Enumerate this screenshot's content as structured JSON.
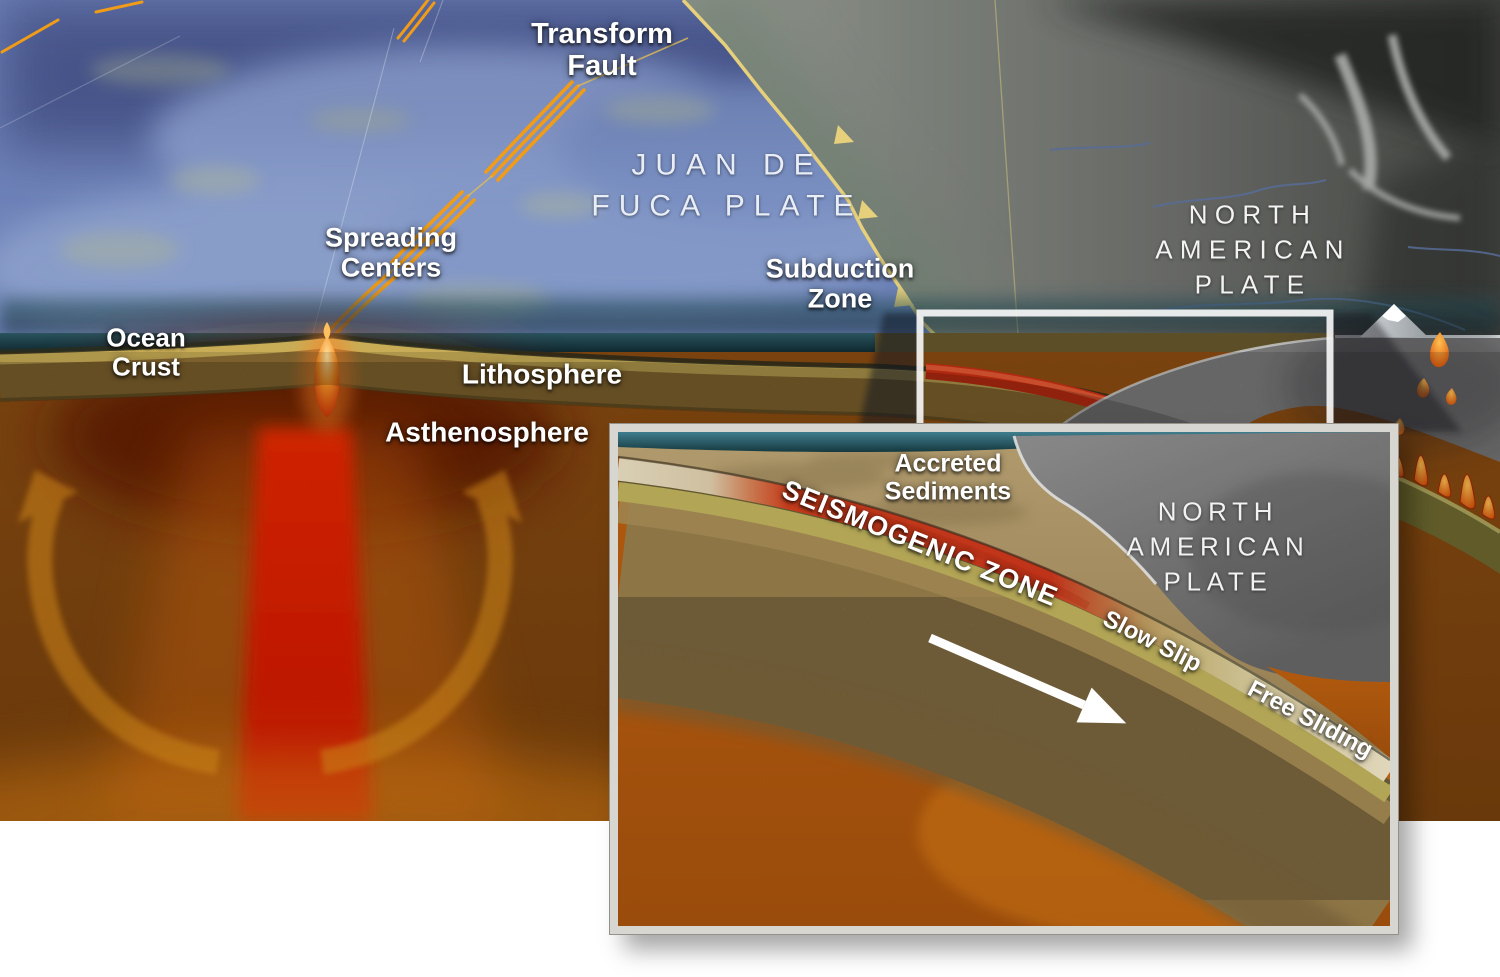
{
  "title": "Cascadia subduction zone block diagram",
  "map": {
    "labels": {
      "transform_fault": "Transform\nFault",
      "spreading_centers": "Spreading\nCenters",
      "juan_de_fuca_plate": "JUAN DE\nFUCA PLATE",
      "subduction_zone": "Subduction\nZone",
      "north_american_plate": "NORTH\nAMERICAN\nPLATE"
    }
  },
  "cross_section": {
    "labels": {
      "ocean_crust": "Ocean\nCrust",
      "lithosphere": "Lithosphere",
      "asthenosphere": "Asthenosphere"
    }
  },
  "inset": {
    "labels": {
      "accreted_sediments": "Accreted\nSediments",
      "north_american_plate": "NORTH\nAMERICAN\nPLATE",
      "seismogenic_zone": "SEISMOGENIC ZONE",
      "slow_slip": "Slow Slip",
      "free_sliding": "Free Sliding"
    }
  },
  "icons": {
    "plate_motion_arrow": "diagonal-down-right-arrow",
    "convection_arrow_left": "curved-arrow-up-left",
    "convection_arrow_right": "curved-arrow-up-right",
    "magma_plume": "teardrop-plume",
    "volcano": "snow-capped-peak"
  },
  "colors": {
    "seismogenic_red": "#c43a1a",
    "magma_red": "#e02000",
    "convection_orange": "#e8971e",
    "ocean_blue": "#6e82b8",
    "land_gray": "#9a9a9a",
    "mantle_brown": "#8a4c12",
    "crust_tan": "#9b7a3c",
    "highlight_box": "#ffffff"
  }
}
